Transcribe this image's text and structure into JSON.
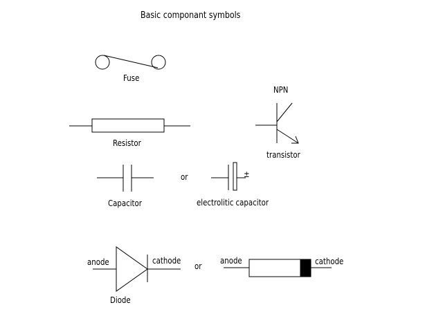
{
  "title": "Basic componant symbols",
  "components": {
    "fuse": {
      "label": "Fuse"
    },
    "resistor": {
      "label": "Resistor"
    },
    "transistor": {
      "type_label": "NPN",
      "label": "transistor"
    },
    "capacitor": {
      "label": "Capacitor"
    },
    "separator_or": "or",
    "electrolytic_capacitor": {
      "label": "electrolitic capacitor",
      "polarity_mark": "±"
    },
    "diode": {
      "label": "Diode",
      "anode_label": "anode",
      "cathode_label": "cathode"
    },
    "diode_package": {
      "anode_label": "anode",
      "cathode_label": "cathode"
    }
  },
  "colors": {
    "stroke": "#000000",
    "background": "#ffffff"
  }
}
